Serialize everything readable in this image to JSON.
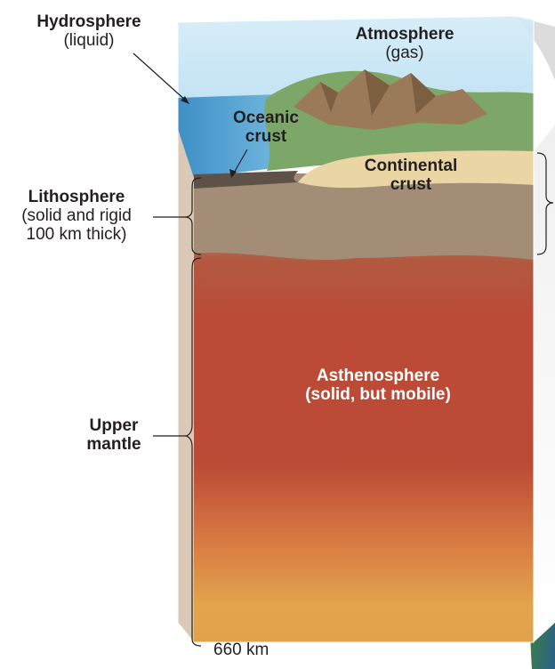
{
  "labels": {
    "hydrosphere": {
      "title": "Hydrosphere",
      "sub": "(liquid)"
    },
    "atmosphere": {
      "title": "Atmosphere",
      "sub": "(gas)"
    },
    "oceanic_crust": {
      "line1": "Oceanic",
      "line2": "crust"
    },
    "continental_crust": {
      "line1": "Continental",
      "line2": "crust"
    },
    "lithosphere": {
      "title": "Lithosphere",
      "sub1": "(solid and rigid",
      "sub2": "100 km thick)"
    },
    "asthenosphere": {
      "line1": "Asthenosphere",
      "line2": "(solid, but mobile)"
    },
    "upper_mantle": {
      "line1": "Upper",
      "line2": "mantle"
    },
    "depth": "660 km"
  },
  "colors": {
    "atmosphere": "#bfe0f2",
    "ocean": "#4f9fd0",
    "continental_crust": "#ecd7a6",
    "lithosphere": "#a58f78",
    "asthenosphere": "#b84835",
    "lower_mantle": "#dca04a",
    "land": "#7fa36a",
    "mountains": "#9b7b5a"
  }
}
